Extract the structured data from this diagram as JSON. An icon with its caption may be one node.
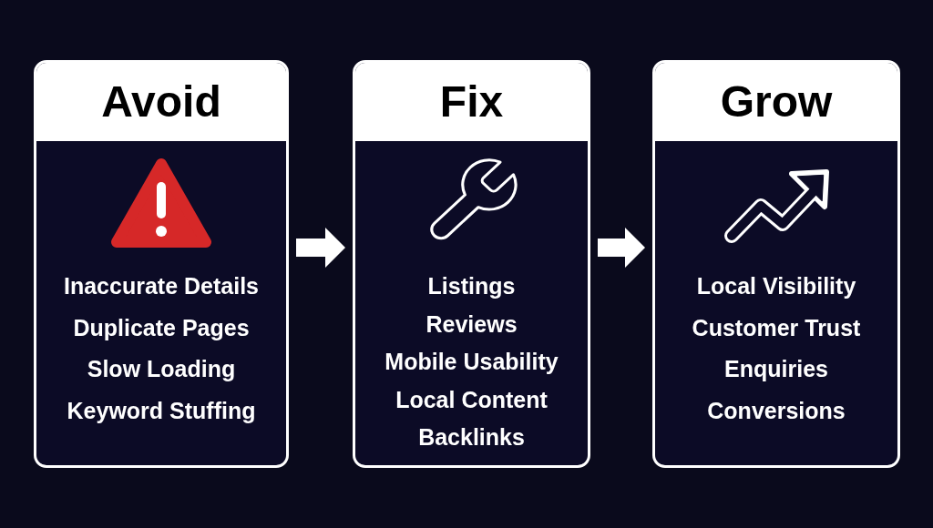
{
  "diagram": {
    "nodes": [
      {
        "text": [
          "Avoid",
          "Inaccurate Details",
          "Duplicate Pages",
          "Slow Loading",
          "Keyword Stuffing"
        ]
      },
      {
        "text": [
          "Fix",
          "Listings",
          "Reviews",
          "Mobile Usability",
          "Local Content",
          "Backlinks"
        ]
      },
      {
        "text": [
          "Grow",
          "Local Visibility",
          "Customer Trust",
          "Enquiries",
          "Conversions"
        ]
      }
    ],
    "edges": [
      {
        "from": 0,
        "to": 1,
        "arrow": "to"
      },
      {
        "from": 1,
        "to": 2,
        "arrow": "to"
      }
    ]
  }
}
